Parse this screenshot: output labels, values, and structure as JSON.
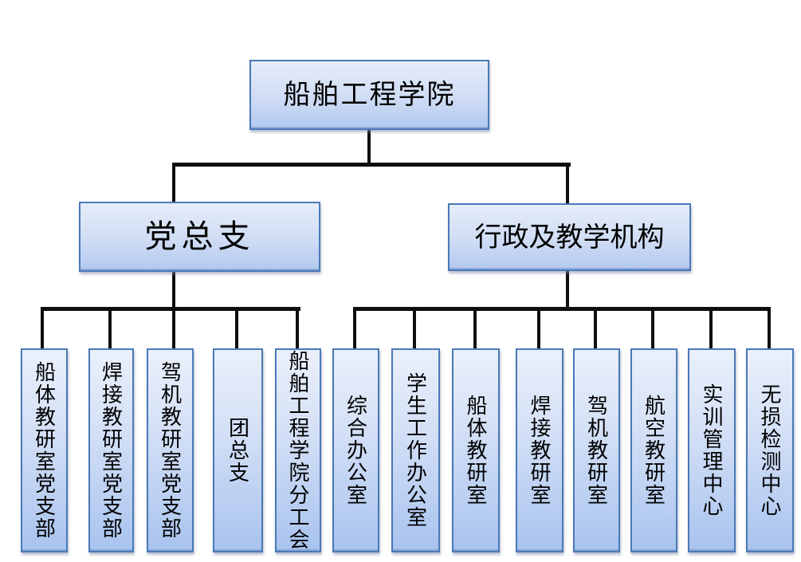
{
  "org_chart": {
    "root": {
      "label": "船舶工程学院"
    },
    "branches": [
      {
        "label": "党总支",
        "children": [
          {
            "label": "船体教研室党支部"
          },
          {
            "label": "焊接教研室党支部"
          },
          {
            "label": "驾机教研室党支部"
          },
          {
            "label": "团总支"
          },
          {
            "label": "船舶工程学院分工会"
          }
        ]
      },
      {
        "label": "行政及教学机构",
        "children": [
          {
            "label": "综合办公室"
          },
          {
            "label": "学生工作办公室"
          },
          {
            "label": "船体教研室"
          },
          {
            "label": "焊接教研室"
          },
          {
            "label": "驾机教研室"
          },
          {
            "label": "航空教研室"
          },
          {
            "label": "实训管理中心"
          },
          {
            "label": "无损检测中心"
          }
        ]
      }
    ]
  },
  "colors": {
    "node_border": "#4a79b8",
    "node_fill_top": "#eaf0fb",
    "node_fill_bottom": "#a8c3ee",
    "connector": "#0f0f0f",
    "text": "#000000",
    "background": "#ffffff"
  }
}
